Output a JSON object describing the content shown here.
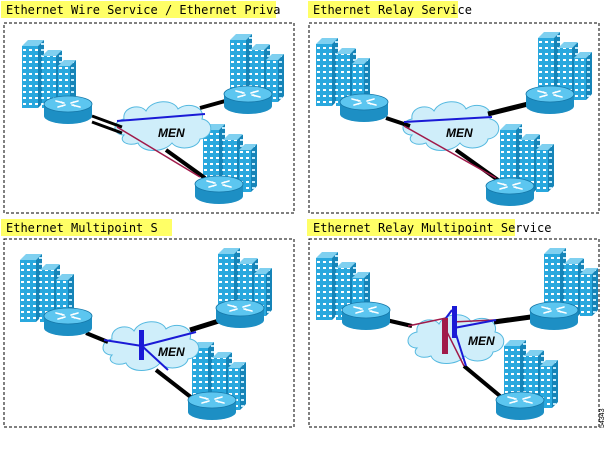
{
  "panels": [
    {
      "id": "ews",
      "title": "Ethernet Wire Service / Ethernet Priva",
      "cloud_label": "MEN"
    },
    {
      "id": "ers",
      "title": "Ethernet Relay Service",
      "cloud_label": "MEN"
    },
    {
      "id": "emps",
      "title": "Ethernet Multipoint S",
      "cloud_label": "MEN"
    },
    {
      "id": "ermps",
      "title": "Ethernet Relay Multipoint Service",
      "cloud_label": "MEN"
    }
  ],
  "figure_id": "54343",
  "colors": {
    "title_highlight": "#ffff66",
    "building": "#29a8de",
    "building_shadow": "#0b6f9e",
    "router": "#3bb3e6",
    "cloud": "#cfeefa",
    "blue_link": "#1a1ad6",
    "red_link": "#a01a4a",
    "black_link": "#000000"
  },
  "icons": [
    "building-icon",
    "router-icon",
    "cloud-icon",
    "bridge-icon"
  ]
}
